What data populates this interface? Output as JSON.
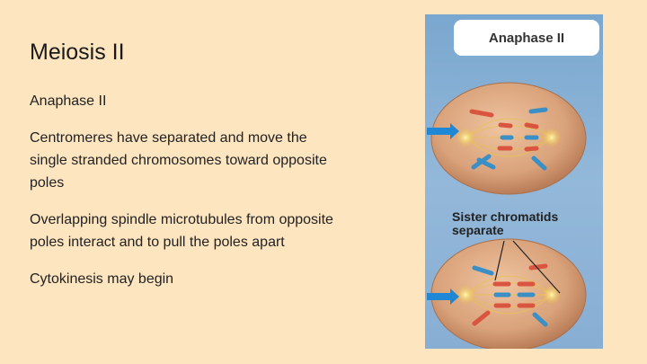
{
  "slide": {
    "title": "Meiosis II",
    "paragraphs": [
      "Anaphase II",
      "Centromeres have separated and move the single stranded chromosomes toward opposite poles",
      "Overlapping spindle microtubules from opposite poles interact and to pull the poles apart",
      "Cytokinesis may begin"
    ]
  },
  "figure": {
    "header": "Anaphase II",
    "label_line1": "Sister chromatids",
    "label_line2": "separate"
  },
  "colors": {
    "background": "#fde5c0",
    "cell": "#d9a27a",
    "chromosome_red": "#d9553f",
    "chromosome_blue": "#3b8fc7",
    "arrow": "#1e88d6"
  }
}
